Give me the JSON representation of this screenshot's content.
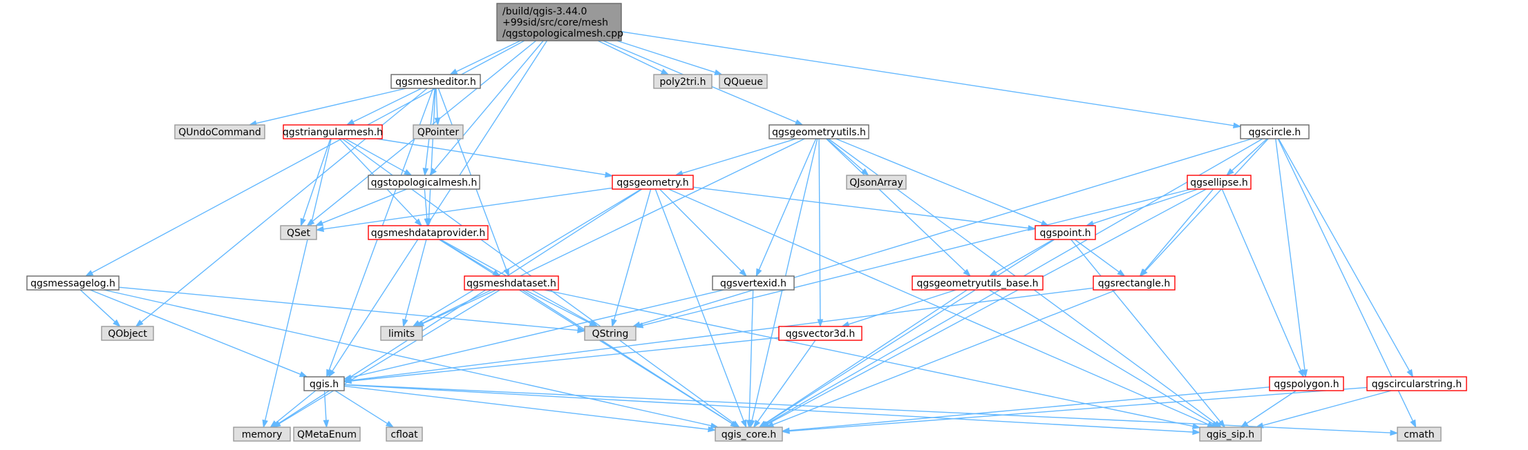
{
  "colors": {
    "edge": "#63b8ff",
    "root_fill": "#999999",
    "root_stroke": "#666666",
    "node_fill": "#ffffff",
    "node_stroke": "#666666",
    "partial_stroke": "#ff0000",
    "external_fill": "#e0e0e0",
    "external_stroke": "#999999",
    "text": "#000000"
  },
  "nodes": [
    {
      "id": "root",
      "label": "/build/qgis-3.44.0\n+99sid/src/core/mesh\n/qgstopologicalmesh.cpp",
      "kind": "root"
    },
    {
      "id": "qgsmesheditor",
      "label": "qgsmesheditor.h",
      "kind": "normal"
    },
    {
      "id": "poly2tri",
      "label": "poly2tri.h",
      "kind": "external"
    },
    {
      "id": "qqueue",
      "label": "QQueue",
      "kind": "external"
    },
    {
      "id": "qundocommand",
      "label": "QUndoCommand",
      "kind": "external"
    },
    {
      "id": "qgstriangularmesh",
      "label": "qgstriangularmesh.h",
      "kind": "partial"
    },
    {
      "id": "qpointer",
      "label": "QPointer",
      "kind": "external"
    },
    {
      "id": "qgsgeometryutils",
      "label": "qgsgeometryutils.h",
      "kind": "normal"
    },
    {
      "id": "qgscircle",
      "label": "qgscircle.h",
      "kind": "normal"
    },
    {
      "id": "qgstopologicalmesh",
      "label": "qgstopologicalmesh.h",
      "kind": "normal"
    },
    {
      "id": "qjsonarray",
      "label": "QJsonArray",
      "kind": "external"
    },
    {
      "id": "qgsgeometry",
      "label": "qgsgeometry.h",
      "kind": "partial"
    },
    {
      "id": "qgsellipse",
      "label": "qgsellipse.h",
      "kind": "partial"
    },
    {
      "id": "qset",
      "label": "QSet",
      "kind": "external"
    },
    {
      "id": "qgsmeshdataprovider",
      "label": "qgsmeshdataprovider.h",
      "kind": "partial"
    },
    {
      "id": "qgspoint",
      "label": "qgspoint.h",
      "kind": "partial"
    },
    {
      "id": "qgsmessagelog",
      "label": "qgsmessagelog.h",
      "kind": "normal"
    },
    {
      "id": "qgsmeshdataset",
      "label": "qgsmeshdataset.h",
      "kind": "partial"
    },
    {
      "id": "qgsvertexid",
      "label": "qgsvertexid.h",
      "kind": "normal"
    },
    {
      "id": "qgsgeometryutils_base",
      "label": "qgsgeometryutils_base.h",
      "kind": "partial"
    },
    {
      "id": "qgsrectangle",
      "label": "qgsrectangle.h",
      "kind": "partial"
    },
    {
      "id": "qobject",
      "label": "QObject",
      "kind": "external"
    },
    {
      "id": "limits",
      "label": "limits",
      "kind": "external"
    },
    {
      "id": "qstring",
      "label": "QString",
      "kind": "external"
    },
    {
      "id": "qgsvector3d",
      "label": "qgsvector3d.h",
      "kind": "partial"
    },
    {
      "id": "qgis",
      "label": "qgis.h",
      "kind": "normal"
    },
    {
      "id": "qgspolygon",
      "label": "qgspolygon.h",
      "kind": "partial"
    },
    {
      "id": "qgscircularstring",
      "label": "qgscircularstring.h",
      "kind": "partial"
    },
    {
      "id": "memory",
      "label": "memory",
      "kind": "external"
    },
    {
      "id": "qmetaenum",
      "label": "QMetaEnum",
      "kind": "external"
    },
    {
      "id": "cfloat",
      "label": "cfloat",
      "kind": "external"
    },
    {
      "id": "qgis_core",
      "label": "qgis_core.h",
      "kind": "external"
    },
    {
      "id": "qgis_sip",
      "label": "qgis_sip.h",
      "kind": "external"
    },
    {
      "id": "cmath",
      "label": "cmath",
      "kind": "external"
    }
  ],
  "edges": [
    {
      "from": "root",
      "to": "qgsmesheditor"
    },
    {
      "from": "root",
      "to": "poly2tri"
    },
    {
      "from": "root",
      "to": "qqueue"
    },
    {
      "from": "root",
      "to": "qgsgeometryutils"
    },
    {
      "from": "root",
      "to": "qgscircle"
    },
    {
      "from": "root",
      "to": "qgstopologicalmesh"
    },
    {
      "from": "root",
      "to": "qset"
    },
    {
      "from": "root",
      "to": "qgsmessagelog"
    },
    {
      "from": "root",
      "to": "qgis"
    },
    {
      "from": "qgsmesheditor",
      "to": "qundocommand"
    },
    {
      "from": "qgsmesheditor",
      "to": "qgstriangularmesh"
    },
    {
      "from": "qgsmesheditor",
      "to": "qpointer"
    },
    {
      "from": "qgsmesheditor",
      "to": "qgstopologicalmesh"
    },
    {
      "from": "qgsmesheditor",
      "to": "qgsmeshdataprovider"
    },
    {
      "from": "qgsmesheditor",
      "to": "qgsmeshdataset"
    },
    {
      "from": "qgsmesheditor",
      "to": "qobject"
    },
    {
      "from": "qgsmesheditor",
      "to": "qgis"
    },
    {
      "from": "qgstriangularmesh",
      "to": "qgsgeometry"
    },
    {
      "from": "qgstriangularmesh",
      "to": "qgstopologicalmesh"
    },
    {
      "from": "qgstriangularmesh",
      "to": "qset"
    },
    {
      "from": "qgstriangularmesh",
      "to": "qgsmeshdataprovider"
    },
    {
      "from": "qgstriangularmesh",
      "to": "memory"
    },
    {
      "from": "qgstriangularmesh",
      "to": "qgis_core"
    },
    {
      "from": "qgstopologicalmesh",
      "to": "qgsmeshdataprovider"
    },
    {
      "from": "qgstopologicalmesh",
      "to": "qset"
    },
    {
      "from": "qgsgeometryutils",
      "to": "qgsgeometry"
    },
    {
      "from": "qgsgeometryutils",
      "to": "qjsonarray"
    },
    {
      "from": "qgsgeometryutils",
      "to": "qgspoint"
    },
    {
      "from": "qgsgeometryutils",
      "to": "qgsgeometryutils_base"
    },
    {
      "from": "qgsgeometryutils",
      "to": "qgsvertexid"
    },
    {
      "from": "qgsgeometryutils",
      "to": "qgsvector3d"
    },
    {
      "from": "qgsgeometryutils",
      "to": "limits"
    },
    {
      "from": "qgsgeometryutils",
      "to": "qgis_core"
    },
    {
      "from": "qgsgeometryutils",
      "to": "qgis_sip"
    },
    {
      "from": "qgscircle",
      "to": "qgsellipse"
    },
    {
      "from": "qgscircle",
      "to": "qgsrectangle"
    },
    {
      "from": "qgscircle",
      "to": "qgspolygon"
    },
    {
      "from": "qgscircle",
      "to": "qgscircularstring"
    },
    {
      "from": "qgscircle",
      "to": "qstring"
    },
    {
      "from": "qgscircle",
      "to": "qgis_core"
    },
    {
      "from": "qgscircle",
      "to": "cmath"
    },
    {
      "from": "qgsgeometry",
      "to": "qset"
    },
    {
      "from": "qgsgeometry",
      "to": "qgspoint"
    },
    {
      "from": "qgsgeometry",
      "to": "qgsvertexid"
    },
    {
      "from": "qgsgeometry",
      "to": "limits"
    },
    {
      "from": "qgsgeometry",
      "to": "qstring"
    },
    {
      "from": "qgsgeometry",
      "to": "memory"
    },
    {
      "from": "qgsgeometry",
      "to": "qgis_core"
    },
    {
      "from": "qgsgeometry",
      "to": "qgis_sip"
    },
    {
      "from": "qgsellipse",
      "to": "qgspoint"
    },
    {
      "from": "qgsellipse",
      "to": "qgsrectangle"
    },
    {
      "from": "qgsellipse",
      "to": "qgspolygon"
    },
    {
      "from": "qgsellipse",
      "to": "qstring"
    },
    {
      "from": "qgsellipse",
      "to": "qgis_core"
    },
    {
      "from": "qgsmeshdataprovider",
      "to": "qgsmeshdataset"
    },
    {
      "from": "qgsmeshdataprovider",
      "to": "limits"
    },
    {
      "from": "qgsmeshdataprovider",
      "to": "qstring"
    },
    {
      "from": "qgsmeshdataprovider",
      "to": "qgis_core"
    },
    {
      "from": "qgspoint",
      "to": "qgsgeometryutils_base"
    },
    {
      "from": "qgspoint",
      "to": "qgsrectangle"
    },
    {
      "from": "qgspoint",
      "to": "qgis_core"
    },
    {
      "from": "qgspoint",
      "to": "qgis_sip"
    },
    {
      "from": "qgsmessagelog",
      "to": "qobject"
    },
    {
      "from": "qgsmessagelog",
      "to": "qstring"
    },
    {
      "from": "qgsmessagelog",
      "to": "qgis"
    },
    {
      "from": "qgsmessagelog",
      "to": "qgis_core"
    },
    {
      "from": "qgsmeshdataset",
      "to": "limits"
    },
    {
      "from": "qgsmeshdataset",
      "to": "qstring"
    },
    {
      "from": "qgsmeshdataset",
      "to": "memory"
    },
    {
      "from": "qgsmeshdataset",
      "to": "qgis_core"
    },
    {
      "from": "qgsmeshdataset",
      "to": "qgis_sip"
    },
    {
      "from": "qgsvertexid",
      "to": "qgis"
    },
    {
      "from": "qgsvertexid",
      "to": "qgis_core"
    },
    {
      "from": "qgsgeometryutils_base",
      "to": "qgsvector3d"
    },
    {
      "from": "qgsgeometryutils_base",
      "to": "qgis_core"
    },
    {
      "from": "qgsgeometryutils_base",
      "to": "qgis_sip"
    },
    {
      "from": "qgsrectangle",
      "to": "qgis"
    },
    {
      "from": "qgsrectangle",
      "to": "qgis_core"
    },
    {
      "from": "qgsvector3d",
      "to": "qgis"
    },
    {
      "from": "qgsvector3d",
      "to": "qgis_core"
    },
    {
      "from": "qgis",
      "to": "memory"
    },
    {
      "from": "qgis",
      "to": "qmetaenum"
    },
    {
      "from": "qgis",
      "to": "cfloat"
    },
    {
      "from": "qgis",
      "to": "qgis_core"
    },
    {
      "from": "qgis",
      "to": "qgis_sip"
    },
    {
      "from": "qgis",
      "to": "cmath"
    },
    {
      "from": "qgspolygon",
      "to": "qgis_core"
    },
    {
      "from": "qgspolygon",
      "to": "qgis_sip"
    },
    {
      "from": "qgscircularstring",
      "to": "qgis_core"
    },
    {
      "from": "qgscircularstring",
      "to": "qgis_sip"
    }
  ]
}
